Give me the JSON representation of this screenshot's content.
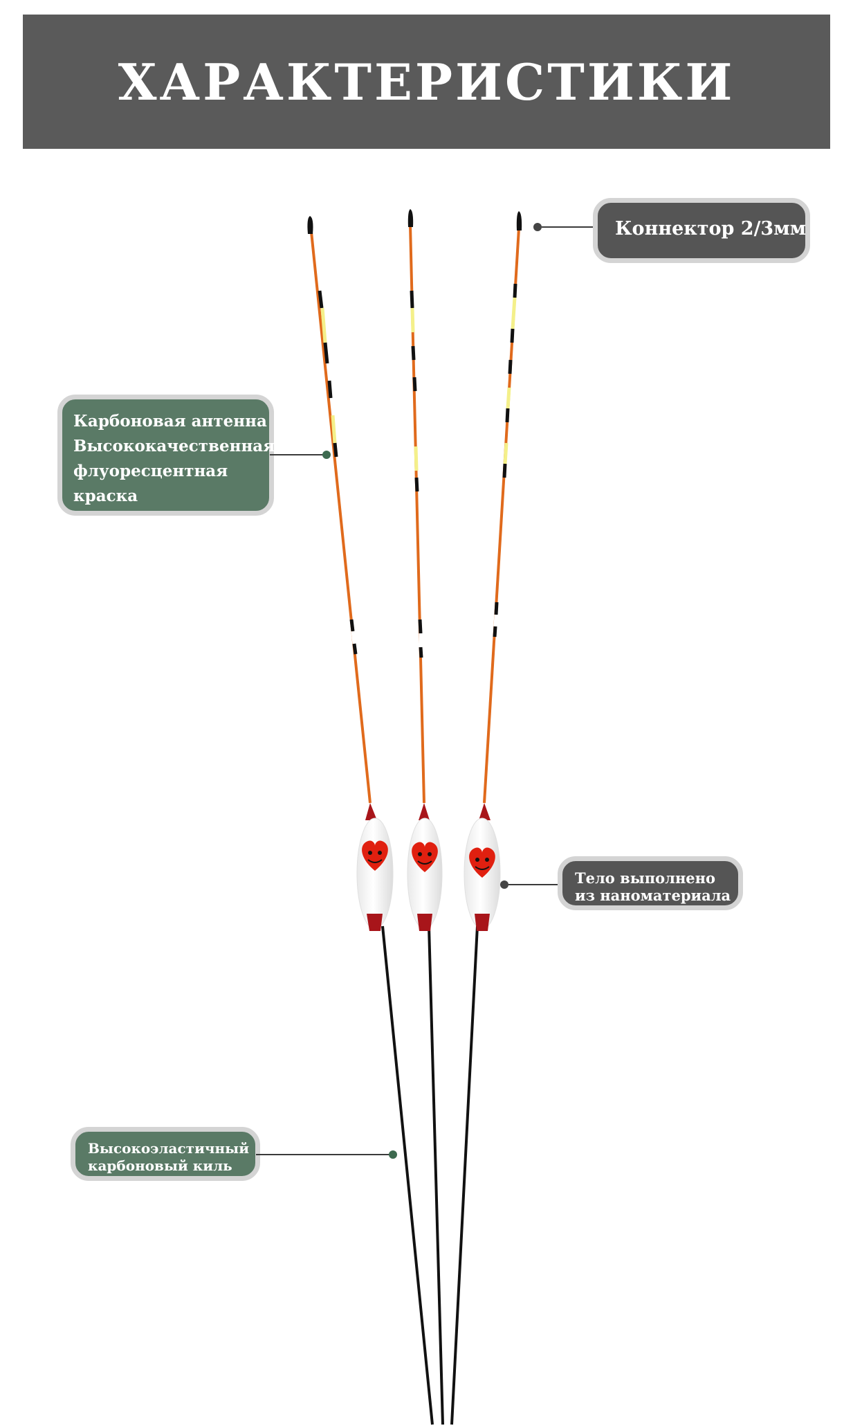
{
  "header": {
    "title": "ХАРАКТЕРИСТИКИ"
  },
  "callouts": {
    "connector": {
      "lines": [
        "Коннектор 2/3мм"
      ]
    },
    "antenna": {
      "lines": [
        "Карбоновая антенна",
        "Высококачественная",
        "флуоресцентная",
        "краска"
      ]
    },
    "body": {
      "lines": [
        "Тело выполнено",
        "из наноматериала"
      ]
    },
    "keel": {
      "lines": [
        "Высокоэластичный",
        "карбоновый киль"
      ]
    }
  },
  "colors": {
    "header_bg": "#5a5a5a",
    "callout_dark": "#555555",
    "callout_green": "#5a7a66",
    "antenna_orange": "#e06a1c",
    "antenna_yellow": "#f4f08a",
    "body_white": "#ffffff",
    "body_red": "#a8151a",
    "keel_black": "#111111"
  },
  "icons": {
    "face": "red-heart-face-icon"
  }
}
